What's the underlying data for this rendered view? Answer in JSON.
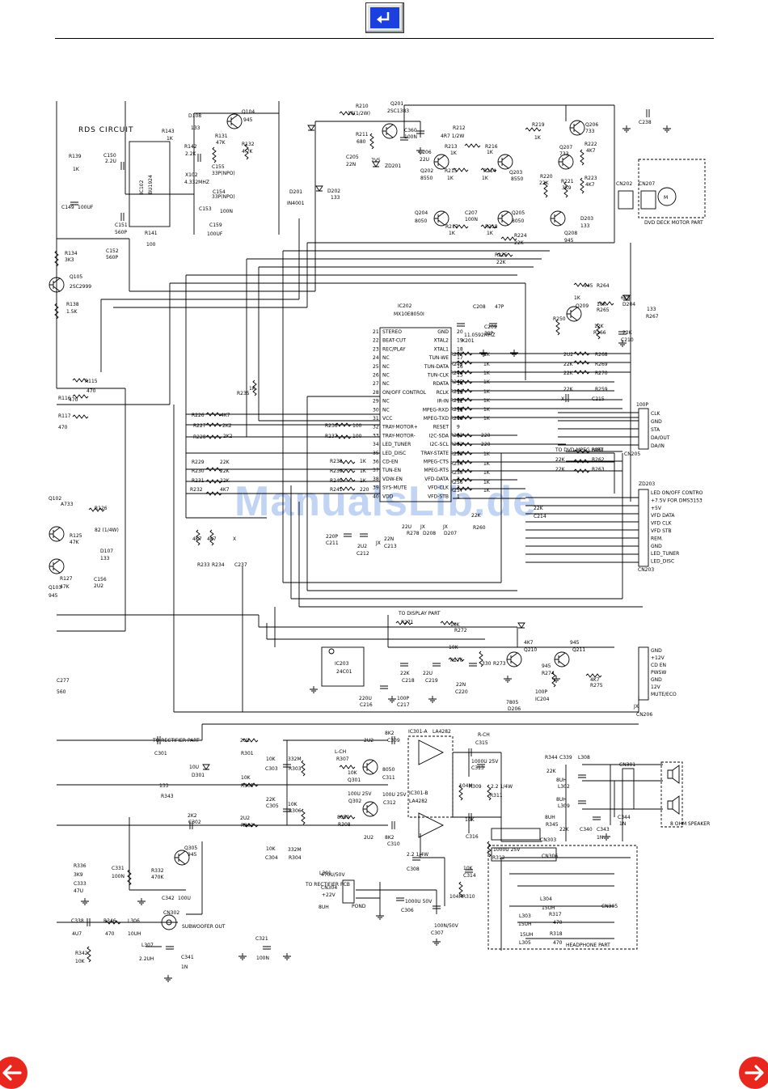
{
  "nav": {
    "back_icon": "return-arrow-icon",
    "prev_icon": "left-arrow-icon",
    "next_icon": "right-arrow-icon",
    "accent": "#e8271e",
    "back_color": "#1c3fe0"
  },
  "watermark": "ManualsLib.de",
  "schematic": {
    "rds_title": "RDS CIRCUIT",
    "ic_main": {
      "ref": "IC202",
      "part": "MX10E8050I",
      "left_pins": [
        "STEREO",
        "BEAT-CUT",
        "REC/PLAY",
        "NC",
        "NC",
        "NC",
        "NC",
        "ON/OFF CONTROL",
        "NC",
        "NC",
        "VCC",
        "TRAY-MOTOR+",
        "TRAY-MOTOR-",
        "LED_TUNER",
        "LED_DISC",
        "CD-EN",
        "TUN-EN",
        "VDW-EN",
        "SYS-MUTE",
        "VDD"
      ],
      "left_nums": [
        "21",
        "22",
        "23",
        "24",
        "25",
        "26",
        "27",
        "28",
        "29",
        "30",
        "31",
        "32",
        "33",
        "34",
        "35",
        "36",
        "37",
        "38",
        "39",
        "40"
      ],
      "right_pins": [
        "GND",
        "XTAL2",
        "XTAL1",
        "TUN-WE",
        "TUN-DATA",
        "TUN-CLK",
        "RDATA",
        "RCLK",
        "IR-IN",
        "MPEG-RXD",
        "MPEG-TXD",
        "RESET",
        "I2C-SDA",
        "I2C-SCL",
        "TRAY-STATE",
        "MPEG-CTS",
        "MPEG-RTS",
        "VFD-DATA",
        "VFD-CLK",
        "VFD-STB"
      ],
      "right_nums": [
        "20",
        "19",
        "18",
        "17",
        "16",
        "15",
        "14",
        "13",
        "12",
        "11",
        "10",
        "9",
        "8",
        "7",
        "6",
        "5",
        "4",
        "3",
        "2",
        "1"
      ]
    },
    "ic_rds": {
      "ref": "IC102",
      "part": "BU1924"
    },
    "ic_eeprom": {
      "ref": "IC203",
      "part": "24C01"
    },
    "ic_amp": {
      "ref_a": "IC301-A",
      "ref_b": "IC301-B",
      "part": "LA4282"
    },
    "labels": [
      "R210",
      "10(1/2W)",
      "Q201",
      "2SC1383",
      "R211",
      "680",
      "C360",
      "100N",
      "C205",
      "22N",
      "ZD201",
      "7V5",
      "C206",
      "22U",
      "D201",
      "IN4001",
      "D202",
      "133",
      "R212",
      "4R7 1/2W",
      "R213",
      "1K",
      "R214",
      "1K",
      "R215",
      "1K",
      "R216",
      "1K",
      "Q202",
      "8550",
      "Q203",
      "8550",
      "Q204",
      "8050",
      "Q205",
      "8050",
      "C207",
      "100N",
      "R217",
      "1K",
      "R218",
      "1K",
      "R219",
      "1K",
      "Q206",
      "733",
      "Q207",
      "733",
      "R222",
      "4K7",
      "R220",
      "22K",
      "R221",
      "3K9",
      "R223",
      "4K7",
      "Q208",
      "945",
      "D203",
      "133",
      "R224",
      "22K",
      "R225",
      "22K",
      "C238",
      "CN202",
      "CN207",
      "DVD DECK MOTOR PART",
      "D108",
      "133",
      "Q104",
      "945",
      "R143",
      "1K",
      "R131",
      "47K",
      "R132",
      "4.7K",
      "R142",
      "2.2K",
      "C155",
      "33P(NPO)",
      "X102",
      "4.332MHZ",
      "C154",
      "33P(NPO)",
      "C153",
      "100N",
      "C159",
      "100UF",
      "R139",
      "1K",
      "C150",
      "2.2U",
      "C149",
      "100UF",
      "C151",
      "560P",
      "R141",
      "100",
      "R134",
      "3K3",
      "C152",
      "560P",
      "Q105",
      "2SC2999",
      "R138",
      "1.5K",
      "R115",
      "470",
      "R116",
      "470",
      "R117",
      "470",
      "R235",
      "1K",
      "R226",
      "4K7",
      "R227",
      "2K2",
      "R228",
      "2K2",
      "R236",
      "100",
      "R237",
      "100",
      "R229",
      "22K",
      "R230",
      "22K",
      "R231",
      "22K",
      "R232",
      "4K7",
      "R238",
      "1K",
      "R239",
      "1K",
      "R240",
      "1K",
      "R241",
      "220",
      "R233",
      "4K7",
      "R234",
      "4K7",
      "C237",
      "X",
      "R126",
      "82 (1/4W)",
      "R125",
      "47K",
      "D107",
      "133",
      "R127",
      "47K",
      "C156",
      "2U2",
      "C208",
      "47P",
      "X201",
      "11.0592MHZ",
      "C209",
      "39P",
      "R242",
      "1K",
      "R243",
      "1K",
      "R244",
      "1K",
      "R245",
      "1K",
      "R246",
      "1K",
      "R247",
      "1K",
      "R248",
      "1K",
      "R249",
      "1K",
      "R251",
      "220",
      "R252",
      "220",
      "R253",
      "1K",
      "R254",
      "1K",
      "R255",
      "1K",
      "R256",
      "1K",
      "R257",
      "1K",
      "R250",
      "1K",
      "Q209",
      "945",
      "R264",
      "10K",
      "R265",
      "12K",
      "R266",
      "6K8",
      "D204",
      "133",
      "R267",
      "22K",
      "C210",
      "2U2",
      "R268",
      "22K",
      "R269",
      "22K",
      "R270",
      "22K",
      "R259",
      "X",
      "C215",
      "100P",
      "CN205",
      "TO DVD MPEG PART",
      "R261",
      "22K",
      "R262",
      "22K",
      "R263",
      "22K",
      "R260",
      "22K",
      "C214",
      "220P",
      "C211",
      "2U2",
      "C212",
      "22N",
      "C213",
      "22U",
      "R278",
      "JX",
      "D208",
      "JX",
      "D207",
      "JX",
      "ZD203",
      "CN203",
      "TO DISPLAY PART",
      "R271",
      "10K",
      "R272",
      "10K",
      "R276",
      "330",
      "R273",
      "4K7",
      "Q210",
      "945",
      "Q211",
      "945",
      "R274",
      "4K7",
      "R275",
      "22K",
      "C218",
      "22U",
      "C219",
      "22N",
      "C220",
      "220U",
      "C216",
      "100P",
      "C217",
      "100P",
      "IC204",
      "7805",
      "D206",
      "JX",
      "CN206",
      "TO RECTIFIER PART",
      "C301",
      "2U2",
      "R301",
      "10K",
      "C303",
      "332M",
      "R303",
      "8K2",
      "C309",
      "2U2",
      "L-CH",
      "R307",
      "10K",
      "Q301",
      "8050",
      "C311",
      "100U 25V",
      "C312",
      "100U 25V",
      "Q302",
      "8050",
      "R308",
      "10K",
      "R306",
      "22K",
      "C305",
      "10U",
      "D301",
      "133",
      "R343",
      "10K",
      "R305",
      "2K2",
      "C302",
      "2U2",
      "R302",
      "10K",
      "C304",
      "332M",
      "R304",
      "8K2",
      "C310",
      "2U2",
      "R-CH",
      "C315",
      "1000U 25V",
      "C313",
      "104M",
      "R309",
      "2.2 1/4W",
      "R311",
      "10K",
      "C316",
      "1000U 25V",
      "R312",
      "10K",
      "C314",
      "104M",
      "R310",
      "2.2 1/4W",
      "C308",
      "1000U 50V",
      "C306",
      "100N/50V",
      "C307",
      "470U/50V",
      "CN304",
      "TO RECTIFIER PCB",
      "+22V",
      "POND",
      "L301",
      "8UH",
      "R344",
      "22K",
      "C339",
      "L308",
      "8UH",
      "L302",
      "8UH",
      "L309",
      "8UH",
      "R345",
      "22K",
      "C340",
      "C343",
      "1N",
      "C344",
      "1N",
      "CN301",
      "CN303",
      "CN306",
      "8 OHM SPEAKER",
      "L304",
      "15UH",
      "R317",
      "470",
      "L303",
      "15UH",
      "R318",
      "470",
      "L305",
      "15UH",
      "CN305",
      "HEADPHONE PART",
      "R336",
      "3K9",
      "C333",
      "47U",
      "C331",
      "100N",
      "R332",
      "470K",
      "Q305",
      "945",
      "C342",
      "100U",
      "C338",
      "4U7",
      "R346",
      "470",
      "L306",
      "10UH",
      "CN302",
      "SUBWOOFER OUT",
      "R342",
      "10K",
      "L307",
      "2.2UH",
      "C341",
      "1N",
      "C321",
      "100N",
      "Q102",
      "A733",
      "Q103",
      "945",
      "C277",
      "560"
    ],
    "cn205_pins": [
      "CLK",
      "GND",
      "STA",
      "DA/OUT",
      "DA/IN"
    ],
    "cn203_pins": [
      "LED ON/OFF CONTRO",
      "+7.5V FOR DMS3153",
      "+5V",
      "VFD DATA",
      "VFD CLK",
      "VFD STB",
      "REM.",
      "GND",
      "LED_TUNER",
      "LED_DISC"
    ],
    "cn206_pins": [
      "GND",
      "+12V",
      "CD EN",
      "PWSW",
      "GND",
      "12V",
      "MUTE/ECO"
    ]
  }
}
